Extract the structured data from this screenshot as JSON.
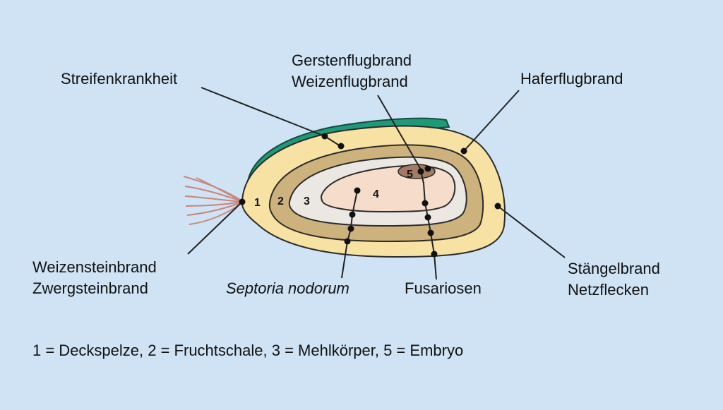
{
  "labels": {
    "streifenkrankheit": "Streifenkrankheit",
    "gerstenflugbrand": "Gerstenflugbrand",
    "weizenflugbrand": "Weizenflugbrand",
    "haferflugbrand": "Haferflugbrand",
    "weizensteinbrand": "Weizensteinbrand",
    "zwergsteinbrand": "Zwergsteinbrand",
    "septoria_nodorum": "Septoria nodorum",
    "fusariosen": "Fusariosen",
    "staengelbrand": "Stängelbrand",
    "netzflecken": "Netzflecken"
  },
  "layer_numbers": [
    "1",
    "2",
    "3",
    "4",
    "5"
  ],
  "legend": "1 = Deckspelze, 2 = Fruchtschale, 3 = Mehlkörper, 5 = Embryo",
  "colors": {
    "background": "#cfe3f5",
    "glume": "#f7e2a3",
    "husk_green": "#1e9a78",
    "pericarp": "#cdb27e",
    "endosperm": "#ebe7e2",
    "inner": "#f6dccb",
    "embryo": "#a57a63",
    "awns": "#c9867b"
  }
}
